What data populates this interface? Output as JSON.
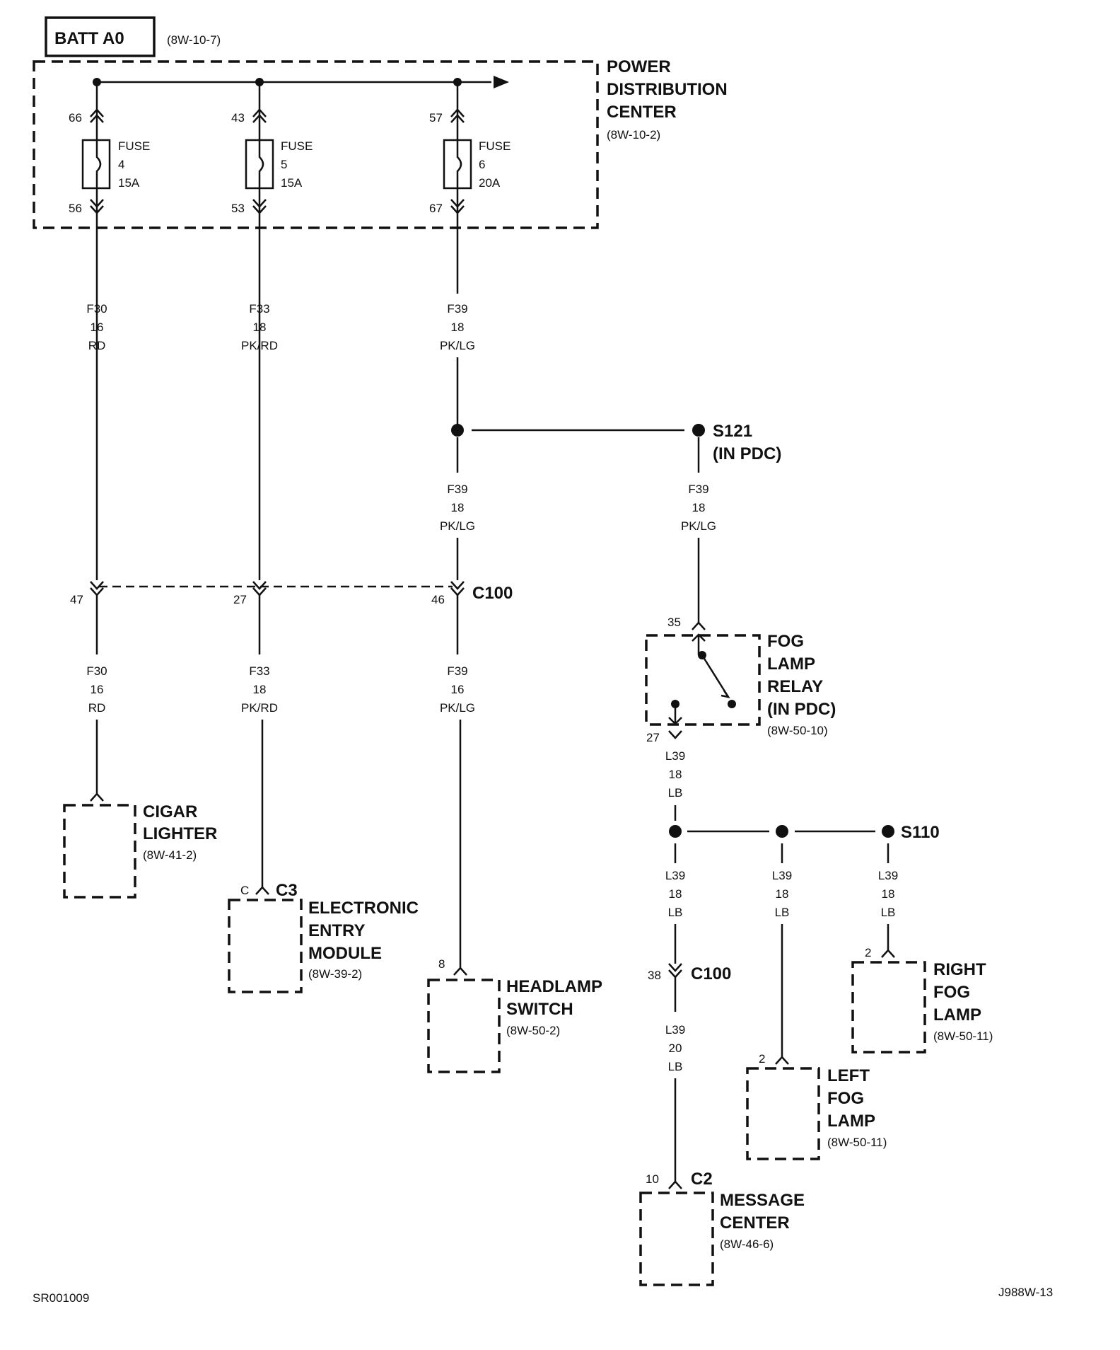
{
  "batt": {
    "label": "BATT A0",
    "ref": "(8W-10-7)"
  },
  "pdc": {
    "l1": "POWER",
    "l2": "DISTRIBUTION",
    "l3": "CENTER",
    "ref": "(8W-10-2)"
  },
  "fuses": [
    {
      "name": "FUSE",
      "num": "4",
      "amp": "15A",
      "pin_in": "66",
      "pin_out": "56"
    },
    {
      "name": "FUSE",
      "num": "5",
      "amp": "15A",
      "pin_in": "43",
      "pin_out": "53"
    },
    {
      "name": "FUSE",
      "num": "6",
      "amp": "20A",
      "pin_in": "57",
      "pin_out": "67"
    }
  ],
  "wires": {
    "f30a": {
      "circuit": "F30",
      "gauge": "16",
      "color": "RD"
    },
    "f33a": {
      "circuit": "F33",
      "gauge": "18",
      "color": "PK/RD"
    },
    "f39a": {
      "circuit": "F39",
      "gauge": "18",
      "color": "PK/LG"
    },
    "f39b": {
      "circuit": "F39",
      "gauge": "18",
      "color": "PK/LG"
    },
    "f39c": {
      "circuit": "F39",
      "gauge": "18",
      "color": "PK/LG"
    },
    "f30b": {
      "circuit": "F30",
      "gauge": "16",
      "color": "RD"
    },
    "f33b": {
      "circuit": "F33",
      "gauge": "18",
      "color": "PK/RD"
    },
    "f39d": {
      "circuit": "F39",
      "gauge": "16",
      "color": "PK/LG"
    },
    "l39a": {
      "circuit": "L39",
      "gauge": "18",
      "color": "LB"
    },
    "l39b": {
      "circuit": "L39",
      "gauge": "18",
      "color": "LB"
    },
    "l39c": {
      "circuit": "L39",
      "gauge": "18",
      "color": "LB"
    },
    "l39d": {
      "circuit": "L39",
      "gauge": "18",
      "color": "LB"
    },
    "l39e": {
      "circuit": "L39",
      "gauge": "20",
      "color": "LB"
    }
  },
  "splices": {
    "s121": {
      "name": "S121",
      "note": "(IN PDC)"
    },
    "s110": {
      "name": "S110"
    }
  },
  "c100_top": {
    "name": "C100",
    "pin1": "47",
    "pin2": "27",
    "pin3": "46"
  },
  "c100_bottom": {
    "name": "C100",
    "pin": "38"
  },
  "relay": {
    "l1": "FOG",
    "l2": "LAMP",
    "l3": "RELAY",
    "l4": "(IN PDC)",
    "ref": "(8W-50-10)",
    "pin_in": "35",
    "pin_out": "27"
  },
  "cigar": {
    "l1": "CIGAR",
    "l2": "LIGHTER",
    "ref": "(8W-41-2)"
  },
  "eem": {
    "l1": "ELECTRONIC",
    "l2": "ENTRY",
    "l3": "MODULE",
    "ref": "(8W-39-2)",
    "conn": "C3",
    "pin": "C"
  },
  "headlamp": {
    "l1": "HEADLAMP",
    "l2": "SWITCH",
    "ref": "(8W-50-2)",
    "pin": "8"
  },
  "right_fog": {
    "l1": "RIGHT",
    "l2": "FOG",
    "l3": "LAMP",
    "ref": "(8W-50-11)",
    "pin": "2"
  },
  "left_fog": {
    "l1": "LEFT",
    "l2": "FOG",
    "l3": "LAMP",
    "ref": "(8W-50-11)",
    "pin": "2"
  },
  "message": {
    "l1": "MESSAGE",
    "l2": "CENTER",
    "ref": "(8W-46-6)",
    "conn": "C2",
    "pin": "10"
  },
  "footer": {
    "left": "SR001009",
    "right": "J988W-13"
  }
}
